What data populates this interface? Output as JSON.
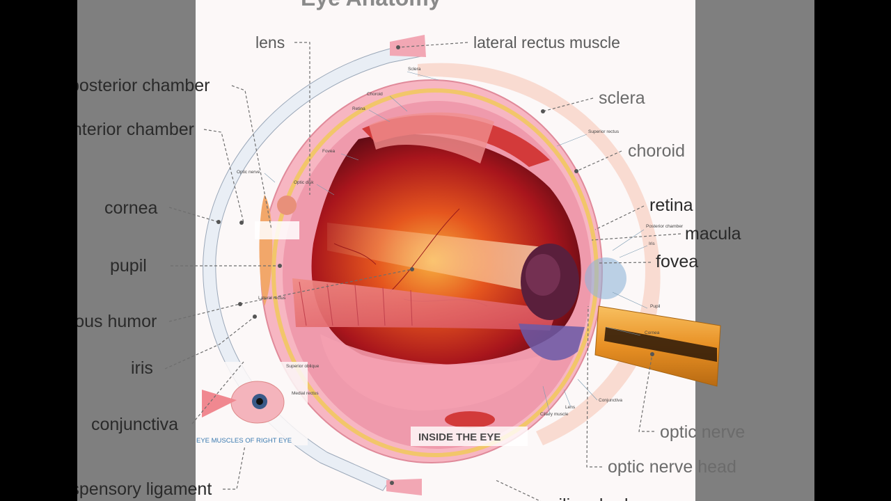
{
  "title": "Eye Anatomy",
  "labels": {
    "lens": "lens",
    "lateral_rectus_muscle": "lateral rectus muscle",
    "posterior_chamber": "posterior chamber",
    "anterior_chamber": "anterior chamber",
    "sclera": "sclera",
    "choroid": "choroid",
    "cornea": "cornea",
    "retina": "retina",
    "macula": "macula",
    "pupil": "pupil",
    "fovea": "fovea",
    "vitreous_humor": "vitreous humor",
    "iris": "iris",
    "conjunctiva": "conjunctiva",
    "optic_nerve": "optic nerve",
    "optic_nerve_head": "optic nerve head",
    "suspensory_ligament": "suspensory ligament",
    "ciliary_body": "ciliary body"
  },
  "inner_labels": {
    "sclera": "Sclera",
    "choroid": "Choroid",
    "retina": "Retina",
    "fovea": "Fovea",
    "optic_nerve": "Optic nerve",
    "optic_disk": "Optic disk",
    "superior_rectus": "Superior rectus",
    "lateral_rectus": "Lateral rectus",
    "superior_oblique": "Superior oblique",
    "medial_rectus": "Medial rectus",
    "posterior_chamber": "Posterior chamber",
    "iris": "Iris",
    "pupil": "Pupil",
    "cornea": "Cornea",
    "conjunctiva": "Conjunctiva",
    "lens": "Lens",
    "ciliary_muscle": "Ciliary muscle"
  },
  "captions": {
    "inside_the_eye": "INSIDE THE EYE",
    "eye_muscles": "EYE MUSCLES OF RIGHT EYE"
  },
  "colors": {
    "letterbox": "#000000",
    "side_panel": "#7f7f7f",
    "page": "#fcf8f8",
    "sclera_pink": "#f4a7b5",
    "choroid_yellow": "#f2c66a",
    "interior_red": "#c8221e",
    "optic_nerve_orange": "#f0a830"
  }
}
